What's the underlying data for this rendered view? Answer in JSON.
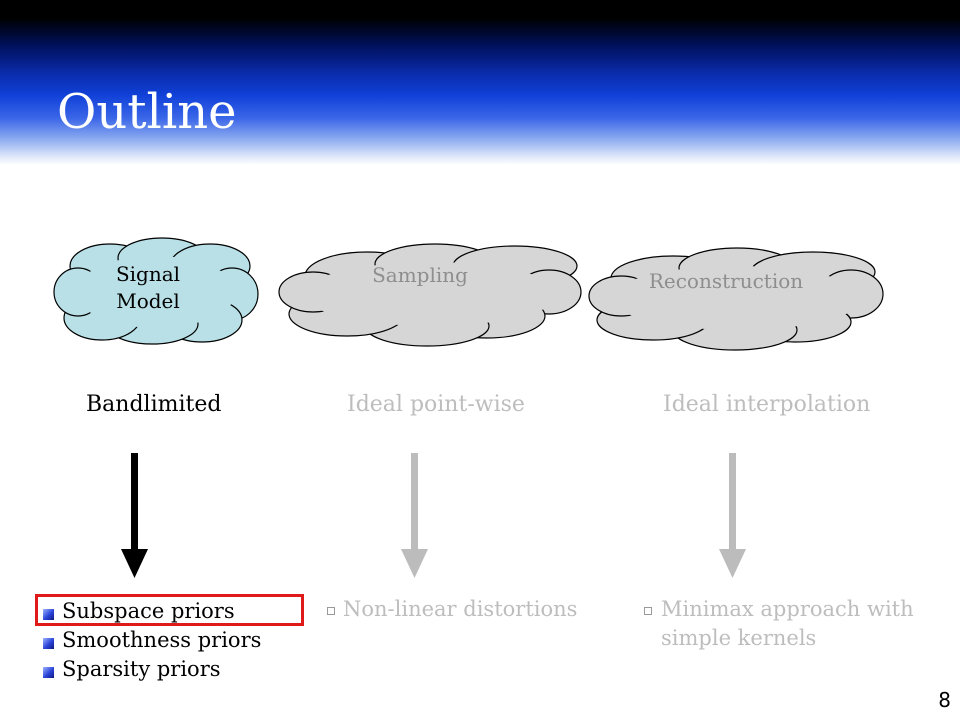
{
  "slide": {
    "title": "Outline",
    "page_number": "8"
  },
  "stages": [
    {
      "id": "signal-model",
      "cloud_label_lines": [
        "Signal",
        "Model"
      ],
      "result": "Bandlimited",
      "active": true,
      "cloud_fill": "#b8e0e6",
      "text_color": "#000000"
    },
    {
      "id": "sampling",
      "cloud_label_lines": [
        "Sampling"
      ],
      "result": "Ideal point-wise",
      "active": false,
      "cloud_fill": "#d6d6d6",
      "text_color": "#bdbdbd"
    },
    {
      "id": "reconstruction",
      "cloud_label_lines": [
        "Reconstruction"
      ],
      "result": "Ideal interpolation",
      "active": false,
      "cloud_fill": "#d6d6d6",
      "text_color": "#bdbdbd"
    }
  ],
  "signal_model_priors": [
    "Subspace priors",
    "Smoothness priors",
    "Sparsity priors"
  ],
  "sampling_items": [
    "Non-linear distortions"
  ],
  "reconstruction_items": [
    [
      "Minimax approach with",
      "simple kernels"
    ]
  ],
  "colors": {
    "active_arrow": "#000000",
    "inactive_arrow": "#bcbcbc",
    "highlight": "#e01919",
    "cloud_stroke": "#000000"
  }
}
